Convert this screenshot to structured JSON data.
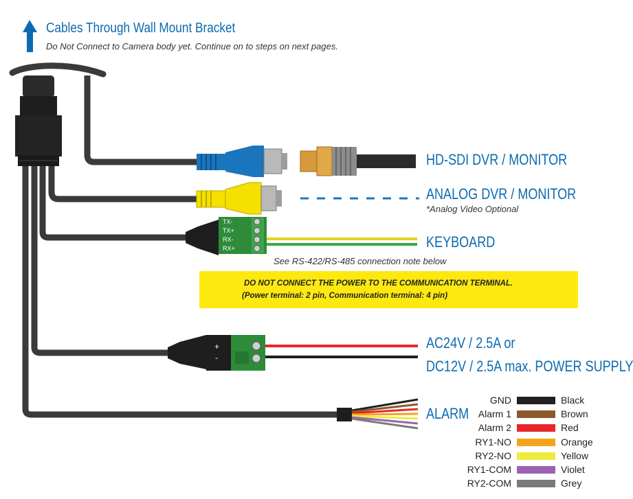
{
  "header": {
    "title": "Cables Through Wall Mount Bracket",
    "subtitle": "Do Not Connect to Camera body yet. Continue on to steps on next pages."
  },
  "connections": {
    "hdsdi": "HD-SDI DVR / MONITOR",
    "analog": "ANALOG DVR / MONITOR",
    "analog_note": "*Analog Video Optional",
    "keyboard": "KEYBOARD",
    "keyboard_note": "See RS-422/RS-485 connection note below",
    "power_line1": "AC24V / 2.5A or",
    "power_line2": "DC12V / 2.5A max.  POWER SUPPLY",
    "alarm": "ALARM"
  },
  "terminals": {
    "comm_pins": [
      "TX-",
      "TX+",
      "RX-",
      "RX+"
    ],
    "power_pins": [
      "+",
      "-"
    ]
  },
  "warning": {
    "line1": "DO NOT CONNECT THE POWER TO THE COMMUNICATION TERMINAL.",
    "line2": "(Power terminal: 2 pin, Communication terminal: 4 pin)"
  },
  "alarm_legend": [
    {
      "signal": "GND",
      "color_name": "Black",
      "color": "#231f20"
    },
    {
      "signal": "Alarm 1",
      "color_name": "Brown",
      "color": "#8b5a2b"
    },
    {
      "signal": "Alarm 2",
      "color_name": "Red",
      "color": "#e8262b"
    },
    {
      "signal": "RY1-NO",
      "color_name": "Orange",
      "color": "#f2a51c"
    },
    {
      "signal": "RY2-NO",
      "color_name": "Yellow",
      "color": "#ecec3c"
    },
    {
      "signal": "RY1-COM",
      "color_name": "Violet",
      "color": "#9a63b5"
    },
    {
      "signal": "RY2-COM",
      "color_name": "Grey",
      "color": "#7a7a7a"
    }
  ],
  "colors": {
    "accent_blue": "#0c6bb0",
    "cable": "#3a3a3a",
    "bnc_blue": "#1b75bc",
    "rca_yellow": "#f5e000",
    "terminal_green": "#2e8b3a",
    "warning_yellow": "#fde910"
  }
}
